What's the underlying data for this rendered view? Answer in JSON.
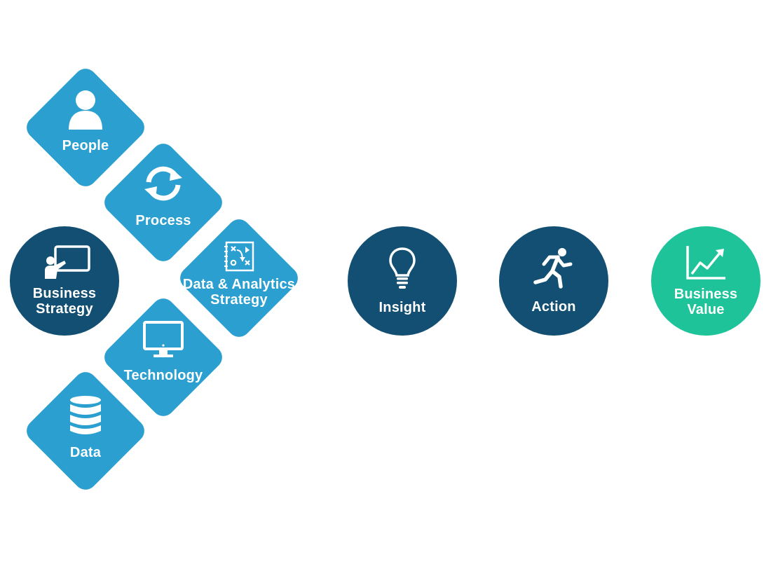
{
  "colors": {
    "diamond": "#2a9fd0",
    "dark_circle": "#124f72",
    "value_circle": "#1fc39a",
    "icon": "#ffffff"
  },
  "nodes": {
    "people": {
      "label": "People",
      "icon": "person-icon"
    },
    "process": {
      "label": "Process",
      "icon": "refresh-cycle-icon"
    },
    "data_analytics_strategy": {
      "label_line1": "Data & Analytics",
      "label_line2": "Strategy",
      "icon": "strategy-board-icon"
    },
    "technology": {
      "label": "Technology",
      "icon": "monitor-icon"
    },
    "data": {
      "label": "Data",
      "icon": "database-icon"
    },
    "business_strategy": {
      "label_line1": "Business",
      "label_line2": "Strategy",
      "icon": "presentation-board-icon"
    },
    "insight": {
      "label": "Insight",
      "icon": "lightbulb-icon"
    },
    "action": {
      "label": "Action",
      "icon": "running-person-icon"
    },
    "business_value": {
      "label_line1": "Business",
      "label_line2": "Value",
      "icon": "growth-chart-icon"
    }
  }
}
